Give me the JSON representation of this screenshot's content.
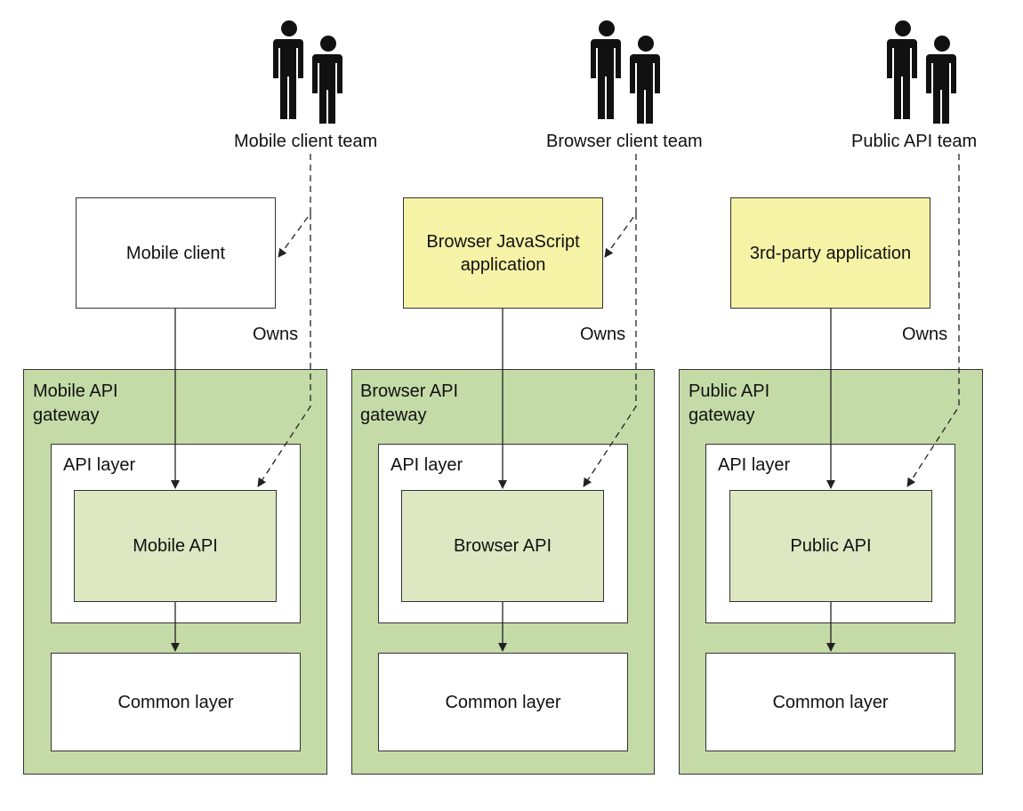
{
  "columns": [
    {
      "team_label": "Mobile client team",
      "client_label": "Mobile client",
      "owns_label": "Owns",
      "gateway_label": "Mobile API\ngateway",
      "api_layer_label": "API layer",
      "api_label": "Mobile API",
      "common_label": "Common layer"
    },
    {
      "team_label": "Browser client team",
      "client_label": "Browser JavaScript\napplication",
      "owns_label": "Owns",
      "gateway_label": "Browser API\ngateway",
      "api_layer_label": "API layer",
      "api_label": "Browser API",
      "common_label": "Common layer"
    },
    {
      "team_label": "Public API team",
      "client_label": "3rd-party application",
      "owns_label": "Owns",
      "gateway_label": "Public API\ngateway",
      "api_layer_label": "API layer",
      "api_label": "Public API",
      "common_label": "Common layer"
    }
  ],
  "icons": {
    "team": "people-icon"
  },
  "colors": {
    "gateway_fill": "#c4dba7",
    "api_fill": "#dde8c2",
    "client_highlight_fill": "#f7f3a6",
    "white_fill": "#ffffff",
    "stroke": "#333333"
  }
}
